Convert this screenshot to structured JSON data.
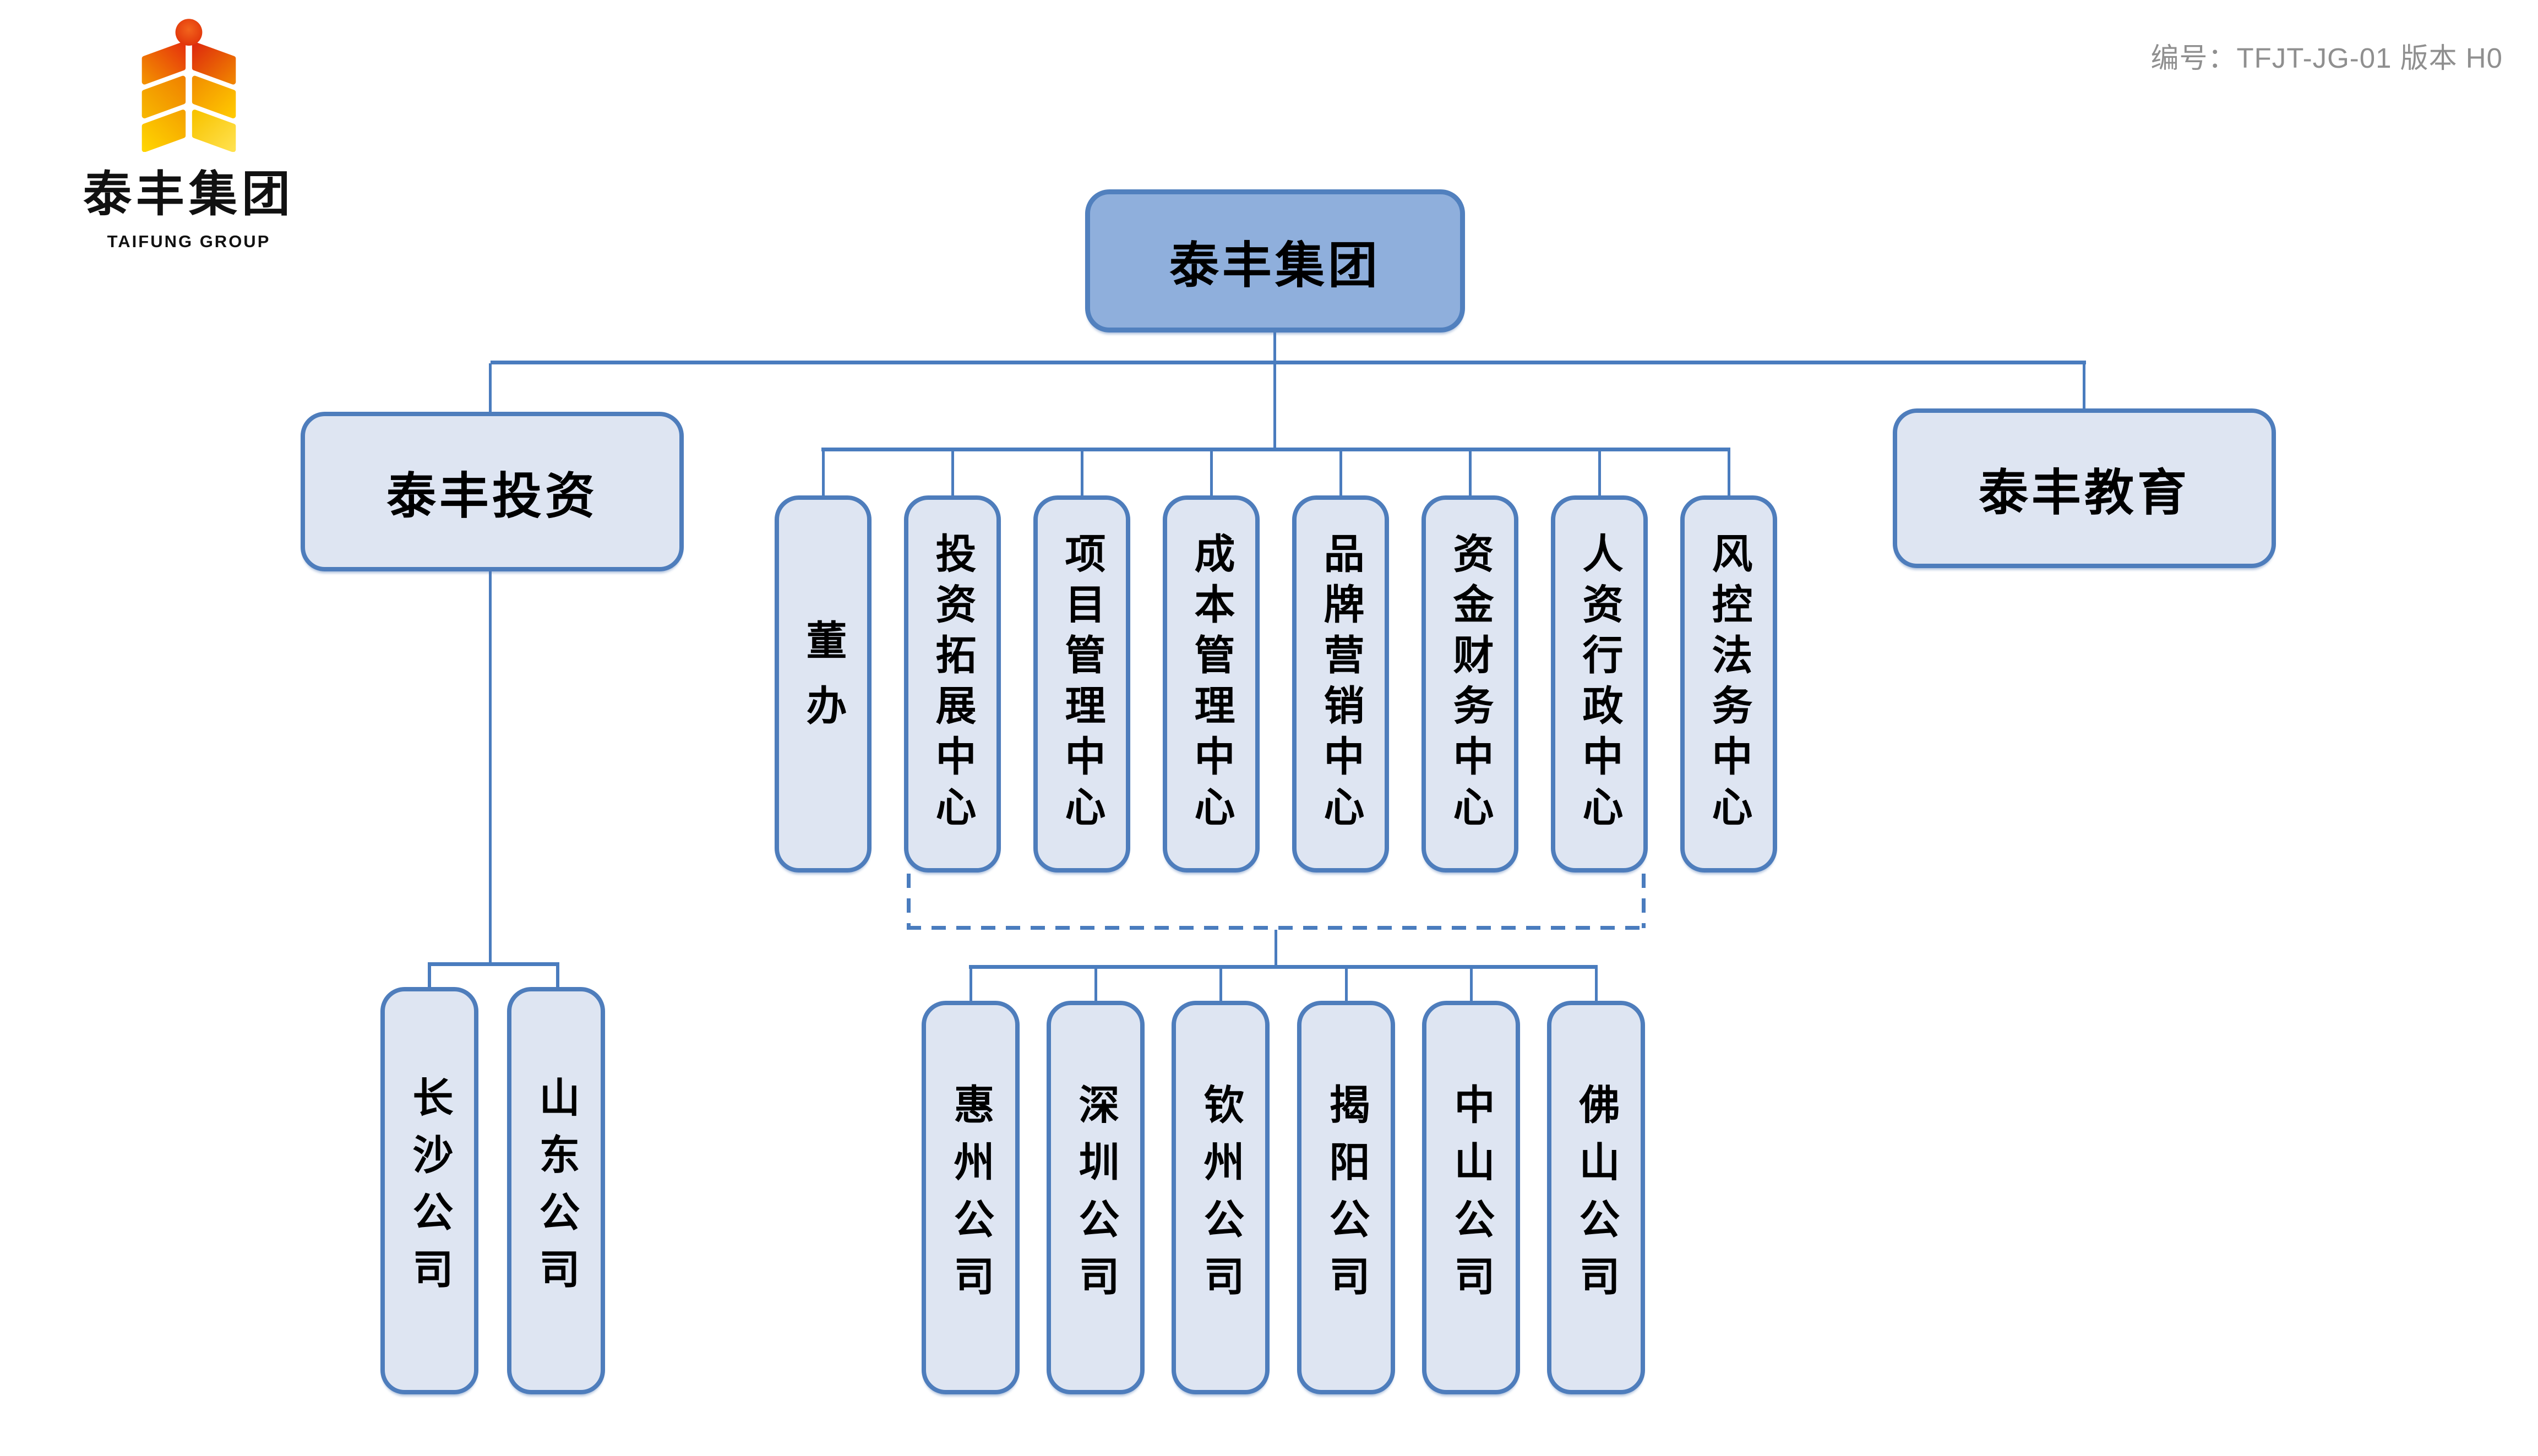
{
  "header": {
    "doc_number": "编号：TFJT-JG-01  版本 H0"
  },
  "logo": {
    "name_cn": "泰丰集团",
    "name_en": "TAIFUNG GROUP",
    "icon": "wheat-sheaf-person-emblem"
  },
  "chart": {
    "root": "泰丰集团",
    "branch_left": "泰丰投资",
    "branch_right": "泰丰教育",
    "branch_left_children": [
      "长沙公司",
      "山东公司"
    ],
    "centers": [
      "董办",
      "投资拓展中心",
      "项目管理中心",
      "成本管理中心",
      "品牌营销中心",
      "资金财务中心",
      "人资行政中心",
      "风控法务中心"
    ],
    "regional_companies": [
      "惠州公司",
      "深圳公司",
      "钦州公司",
      "揭阳公司",
      "中山公司",
      "佛山公司"
    ]
  },
  "colors": {
    "root_fill": "#8FAFDC",
    "root_border": "#5180BE",
    "node_fill": "#DEE5F2",
    "node_border": "#4E7DBC",
    "connector": "#4A7CBE",
    "doc_number_text": "#8F8F8F",
    "logo_orange": "#F08300",
    "logo_red": "#E23109",
    "logo_yellow": "#FFD400"
  }
}
